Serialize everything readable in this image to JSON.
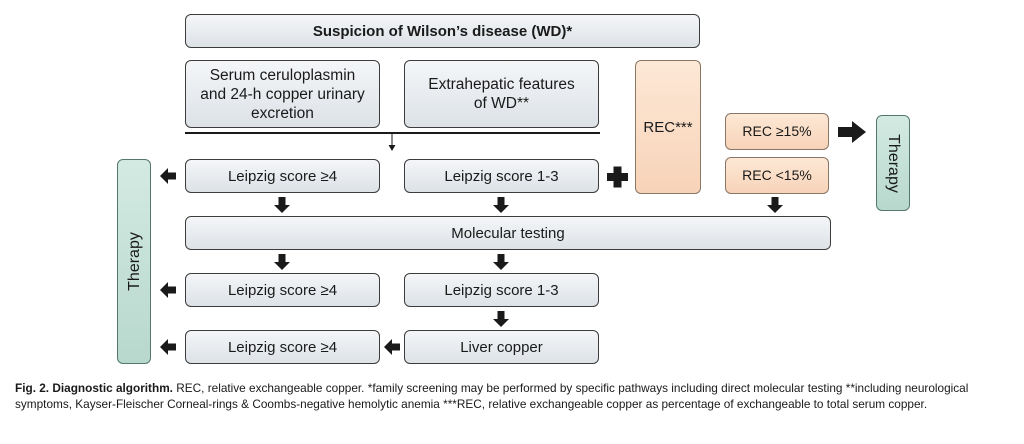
{
  "boxes": {
    "suspicion": "Suspicion of Wilson’s disease (WD)*",
    "serum": "Serum ceruloplasmin\nand 24-h copper urinary\nexcretion",
    "extrahepatic": "Extrahepatic features\nof WD**",
    "rec": "REC***",
    "rec_high": "REC ≥15%",
    "rec_low": "REC <15%",
    "therapy_left": "Therapy",
    "therapy_right": "Therapy",
    "leipzig_high_1": "Leipzig score ≥4",
    "leipzig_mid_1": "Leipzig score 1-3",
    "molecular": "Molecular testing",
    "leipzig_high_2": "Leipzig score ≥4",
    "leipzig_mid_2": "Leipzig score 1-3",
    "leipzig_high_3": "Leipzig score ≥4",
    "liver_copper": "Liver copper"
  },
  "caption": {
    "label": "Fig. 2. Diagnostic algorithm.",
    "text": " REC, relative exchangeable copper. *family screening may be performed by specific pathways including direct molecular testing **including neurological symptoms, Kayser-Fleischer Corneal-rings & Coombs-negative hemolytic anemia ***REC, relative exchangeable copper as percentage of exchangeable to total serum copper."
  }
}
